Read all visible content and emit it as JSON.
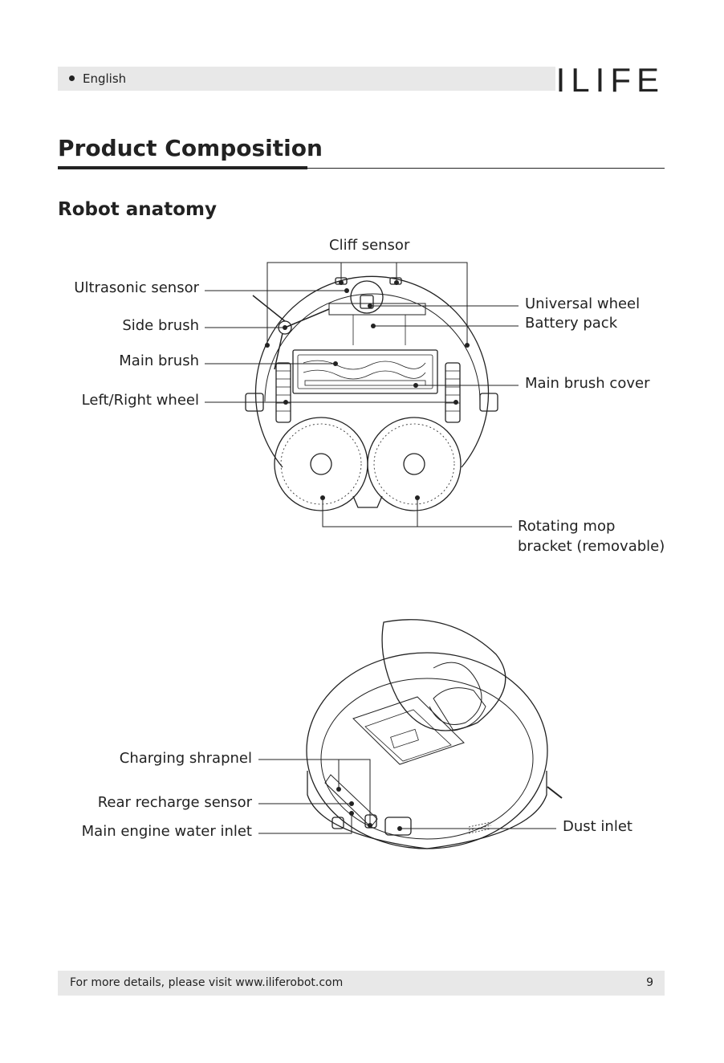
{
  "header": {
    "language": "English",
    "brand": "ILIFE"
  },
  "section_title": "Product Composition",
  "subsection_title": "Robot anatomy",
  "diagram_bottom": {
    "labels": {
      "cliff_sensor": "Cliff sensor",
      "ultrasonic_sensor": "Ultrasonic sensor",
      "side_brush": "Side brush",
      "main_brush": "Main brush",
      "left_right_wheel": "Left/Right wheel",
      "universal_wheel": "Universal wheel",
      "battery_pack": "Battery pack",
      "main_brush_cover": "Main brush cover",
      "rotating_mop_line1": "Rotating mop",
      "rotating_mop_line2": "bracket (removable)"
    }
  },
  "diagram_top": {
    "labels": {
      "charging_shrapnel": "Charging shrapnel",
      "rear_recharge_sensor": "Rear recharge sensor",
      "main_engine_water_inlet": "Main engine water inlet",
      "dust_inlet": "Dust inlet"
    }
  },
  "footer": {
    "text": "For more details, please visit www.iliferobot.com",
    "page_number": "9"
  }
}
